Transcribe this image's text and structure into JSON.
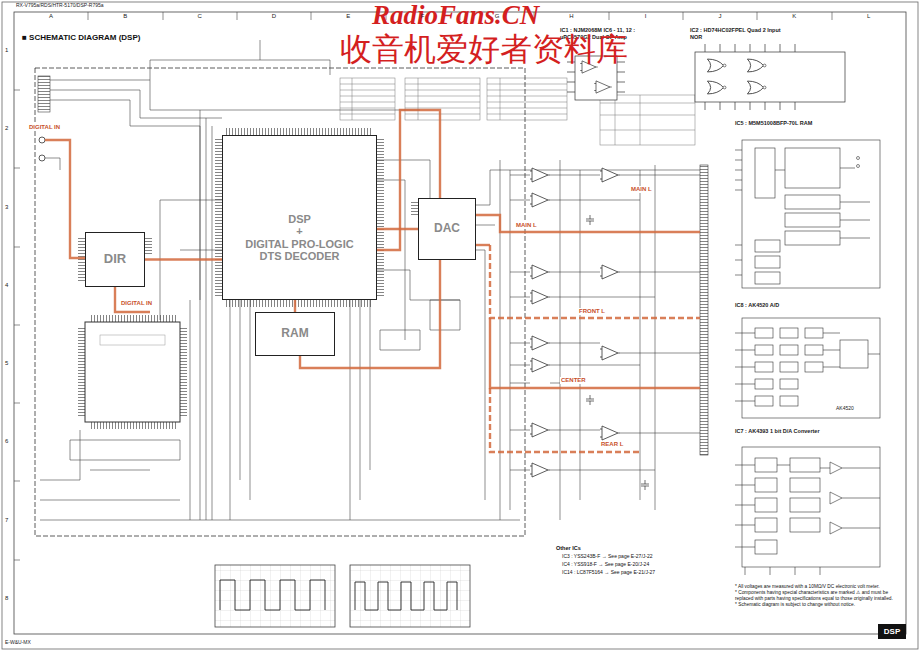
{
  "diagram": {
    "title": "■ SCHEMATIC DIAGRAM (DSP)",
    "nodes": [
      {
        "text": [
          "IC1 : NJM2068M IC6 - 11, 12 : μPC4570G2 Dual OP Amp"
        ]
      },
      {
        "text": [
          "IC2 : HD74HC02FPEL Quad 2 Input NOR"
        ]
      },
      {
        "text": [
          "IC5 : M5M51008BFP-70L RAM"
        ]
      },
      {
        "text": [
          "DIR"
        ]
      },
      {
        "text": [
          "DSP",
          "+",
          "DIGITAL PRO-LOGIC",
          "DTS DECODER"
        ]
      },
      {
        "text": [
          "DAC"
        ]
      },
      {
        "text": [
          "RAM"
        ]
      },
      {
        "text": [
          "IC8 : AK4520 A/D"
        ]
      },
      {
        "text": [
          "IC7 : AK4393 1 bit D/A Converter"
        ]
      },
      {
        "text": [
          "DSP"
        ]
      }
    ],
    "edges": [
      {
        "from": 3,
        "to": 4,
        "arrow": "none"
      },
      {
        "from": 4,
        "to": 5,
        "arrow": "none"
      },
      {
        "from": 4,
        "to": 6,
        "arrow": "none"
      }
    ],
    "labels": [
      "RadioFans.CN",
      "收音机爱好者资料库",
      "RX-V795a/RDS/HTR-5170/DSP-R795a",
      "A",
      "B",
      "C",
      "D",
      "E",
      "F",
      "G",
      "H",
      "I",
      "J",
      "K",
      "L",
      "1",
      "2",
      "3",
      "4",
      "5",
      "6",
      "7",
      "8",
      "DIGITAL IN",
      "MAIN L",
      "MAIN L",
      "DIGITAL IN",
      "FRONT L",
      "CENTER",
      "REAR L",
      "AK4520",
      "Other ICs",
      "IC3 : YSS243B-F → See page E-27/J-22",
      "IC4 : YSS918-F → See page E-20/J-24",
      "IC14 : LC87F5164 → See page E-21/J-27",
      "* All voltages are measured with a 10MΩ/V DC electronic volt meter.",
      "* Components having special characteristics are marked ⚠ and must be replaced with parts having specifications equal to those originally installed.",
      "* Schematic diagram is subject to change without notice.",
      "E-W&U-MX"
    ]
  }
}
